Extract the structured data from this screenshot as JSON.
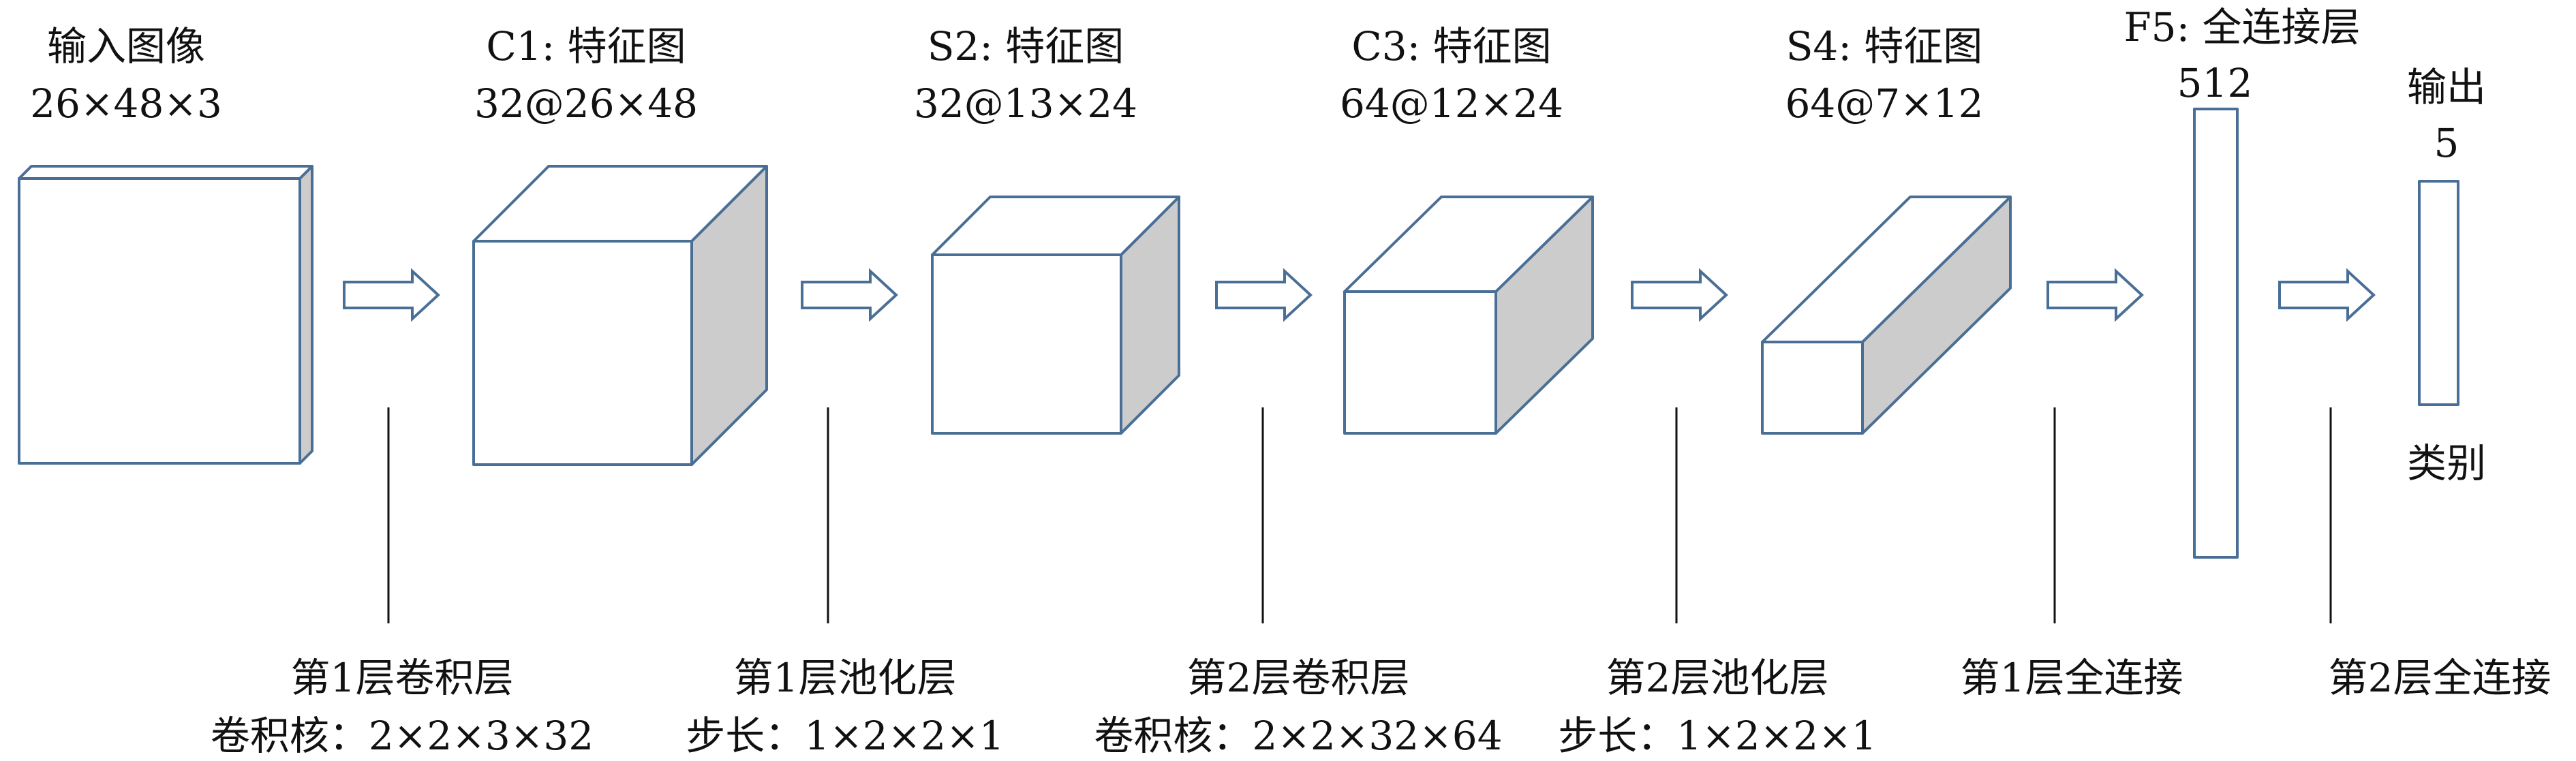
{
  "colors": {
    "stroke": "#4a6f96",
    "side": "#cccccc",
    "face": "#ffffff",
    "line": "#111111"
  },
  "layers": [
    {
      "id": "input",
      "title": "输入图像",
      "dims": "26×48×3"
    },
    {
      "id": "c1",
      "title": "C1: 特征图",
      "dims": "32@26×48"
    },
    {
      "id": "s2",
      "title": "S2: 特征图",
      "dims": "32@13×24"
    },
    {
      "id": "c3",
      "title": "C3: 特征图",
      "dims": "64@12×24"
    },
    {
      "id": "s4",
      "title": "S4: 特征图",
      "dims": "64@7×12"
    },
    {
      "id": "f5",
      "title": "F5: 全连接层",
      "dims": "512"
    },
    {
      "id": "output",
      "title": "输出",
      "dims": "5",
      "bottom": "类别"
    }
  ],
  "operations": [
    {
      "name": "第1层卷积层",
      "detail": "卷积核：2×2×3×32"
    },
    {
      "name": "第1层池化层",
      "detail": "步长：1×2×2×1"
    },
    {
      "name": "第2层卷积层",
      "detail": "卷积核：2×2×32×64"
    },
    {
      "name": "第2层池化层",
      "detail": "步长：1×2×2×1"
    },
    {
      "name": "第1层全连接",
      "detail": ""
    },
    {
      "name": "第2层全连接",
      "detail": ""
    }
  ]
}
